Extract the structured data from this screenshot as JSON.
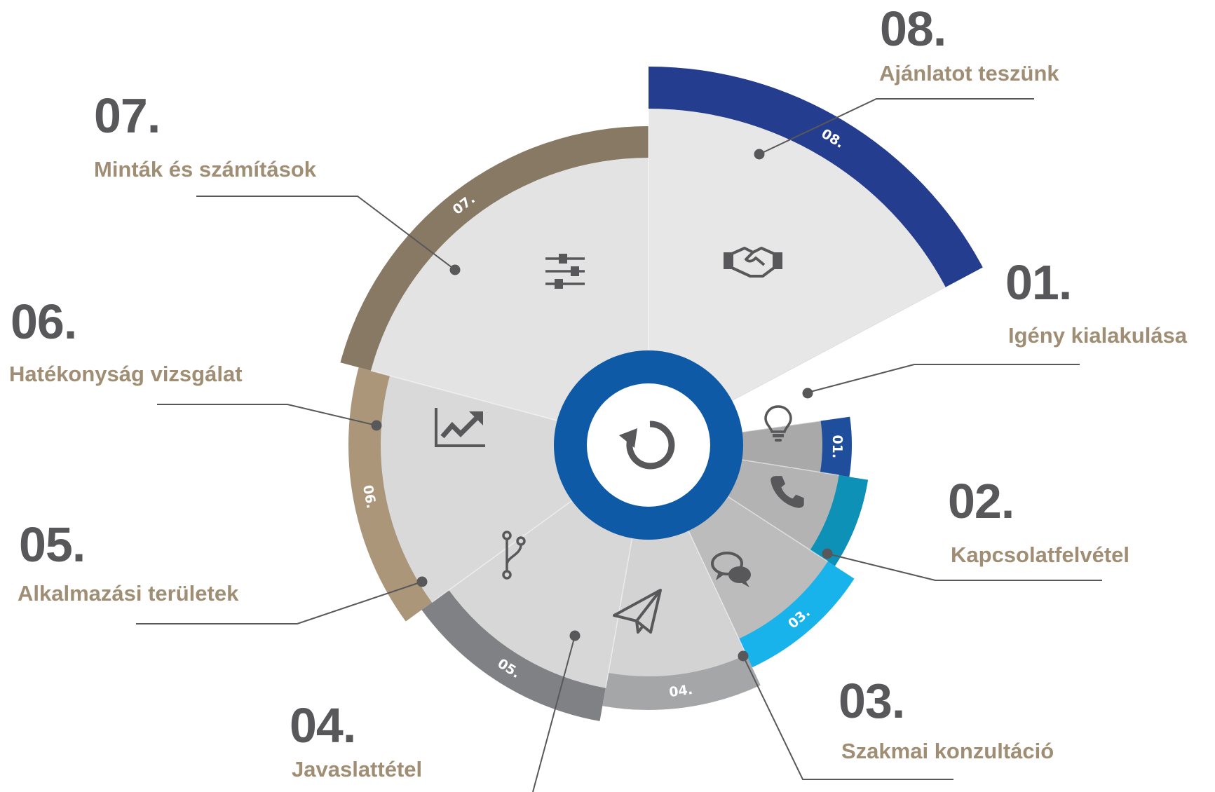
{
  "center": {
    "icon": "refresh-cycle-icon"
  },
  "steps": [
    {
      "num": "01.",
      "title": "Igény kialakulása",
      "band_label": "01.",
      "icon": "lightbulb-icon",
      "color": "#1f4f9c"
    },
    {
      "num": "02.",
      "title": "Kapcsolatfelvétel",
      "band_label": "",
      "icon": "phone-icon",
      "color": "#0e91b6"
    },
    {
      "num": "03.",
      "title": "Szakmai konzultáció",
      "band_label": "03.",
      "icon": "chat-bubbles-icon",
      "color": "#17b3ea"
    },
    {
      "num": "04.",
      "title": "Javaslattétel",
      "band_label": "04.",
      "icon": "paper-plane-icon",
      "color": "#a5a6a8"
    },
    {
      "num": "05.",
      "title": "Alkalmazási területek",
      "band_label": "05.",
      "icon": "git-branch-icon",
      "color": "#808184"
    },
    {
      "num": "06.",
      "title": "Hatékonyság vizsgálat",
      "band_label": "06.",
      "icon": "trending-chart-icon",
      "color": "#ab967a"
    },
    {
      "num": "07.",
      "title": "Minták és számítások",
      "band_label": "07.",
      "icon": "sliders-icon",
      "color": "#877963"
    },
    {
      "num": "08.",
      "title": "Ajánlatot teszünk",
      "band_label": "08.",
      "icon": "handshake-icon",
      "color": "#253d8f"
    }
  ]
}
